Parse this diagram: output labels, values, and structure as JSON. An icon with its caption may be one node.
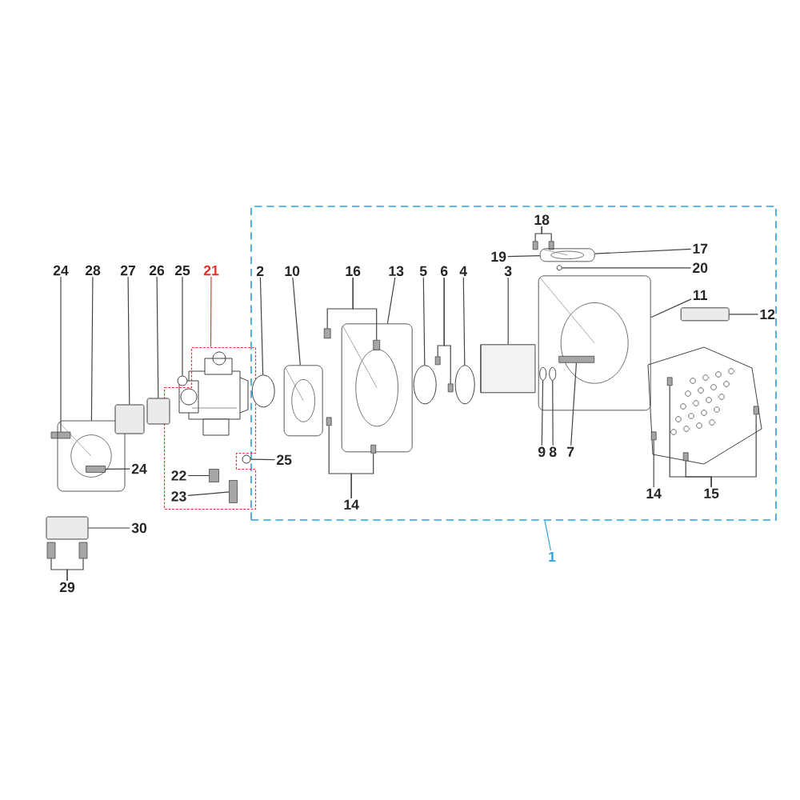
{
  "diagram": {
    "nodes": [
      {
        "text": [],
        "shape": "box"
      },
      {
        "text": [],
        "shape": "box"
      },
      {
        "text": [
          "24"
        ]
      },
      {
        "text": [
          "28"
        ]
      },
      {
        "text": [
          "27"
        ]
      },
      {
        "text": [
          "26"
        ]
      },
      {
        "text": [
          "25"
        ]
      },
      {
        "text": [
          "21"
        ]
      },
      {
        "text": [
          "2"
        ],
        "in": 0
      },
      {
        "text": [
          "10"
        ],
        "in": 0
      },
      {
        "text": [
          "16"
        ],
        "in": 0
      },
      {
        "text": [
          "13"
        ],
        "in": 0
      },
      {
        "text": [
          "5"
        ],
        "in": 0
      },
      {
        "text": [
          "6"
        ],
        "in": 0
      },
      {
        "text": [
          "4"
        ],
        "in": 0
      },
      {
        "text": [
          "3"
        ],
        "in": 0
      },
      {
        "text": [
          "18"
        ],
        "in": 0
      },
      {
        "text": [
          "19"
        ],
        "in": 0
      },
      {
        "text": [
          "17"
        ],
        "in": 0
      },
      {
        "text": [
          "20"
        ],
        "in": 0
      },
      {
        "text": [
          "11"
        ],
        "in": 0
      },
      {
        "text": [
          "12"
        ],
        "in": 0
      },
      {
        "text": [
          "9"
        ],
        "in": 0
      },
      {
        "text": [
          "8"
        ],
        "in": 0
      },
      {
        "text": [
          "7"
        ],
        "in": 0
      },
      {
        "text": [
          "14"
        ],
        "in": 0
      },
      {
        "text": [
          "15"
        ],
        "in": 0
      },
      {
        "text": [
          "14"
        ],
        "in": 0
      },
      {
        "text": [
          "25"
        ],
        "in": 0
      },
      {
        "text": [
          "22"
        ],
        "in": 1
      },
      {
        "text": [
          "23"
        ],
        "in": 1
      },
      {
        "text": [
          "24"
        ]
      },
      {
        "text": [
          "30"
        ]
      },
      {
        "text": [
          "29"
        ]
      },
      {
        "text": [
          "1"
        ]
      },
      {
        "text": [],
        "shape": "bar"
      },
      {
        "text": [],
        "shape": "picture"
      },
      {
        "text": [],
        "shape": "box"
      },
      {
        "text": [],
        "shape": "box"
      },
      {
        "text": [],
        "shape": "circle"
      },
      {
        "text": [],
        "shape": "circle",
        "in": 0
      },
      {
        "text": [],
        "shape": "picture",
        "in": 0
      },
      {
        "text": [],
        "shape": "bar",
        "in": 0
      },
      {
        "text": [],
        "shape": "bar",
        "in": 44
      },
      {
        "text": [],
        "shape": "picture",
        "in": 0
      },
      {
        "text": [],
        "shape": "circle",
        "in": 0
      },
      {
        "text": [],
        "shape": "bar",
        "in": 0
      },
      {
        "text": [],
        "shape": "bar",
        "in": 0
      },
      {
        "text": [],
        "shape": "circle",
        "in": 0
      },
      {
        "text": [],
        "shape": "cylinder",
        "in": 0
      },
      {
        "text": [],
        "shape": "bar",
        "in": 0
      },
      {
        "text": [],
        "shape": "bar",
        "in": 0
      },
      {
        "text": [],
        "shape": "picture",
        "in": 0
      },
      {
        "text": [],
        "shape": "circle",
        "in": 0
      },
      {
        "text": [],
        "shape": "picture",
        "in": 0
      },
      {
        "text": [],
        "shape": "box",
        "in": 0
      },
      {
        "text": [],
        "shape": "circle",
        "in": 54
      },
      {
        "text": [],
        "shape": "circle",
        "in": 54
      },
      {
        "text": [],
        "shape": "bar",
        "in": 54
      },
      {
        "text": [],
        "shape": "bar",
        "in": 0
      },
      {
        "text": [],
        "shape": "bar",
        "in": 0
      },
      {
        "text": [],
        "shape": "bar",
        "in": 0
      },
      {
        "text": [],
        "shape": "bar",
        "in": 0
      },
      {
        "text": [],
        "shape": "bar",
        "in": 0
      },
      {
        "text": [],
        "shape": "bar",
        "in": 44
      },
      {
        "text": [],
        "shape": "circle"
      },
      {
        "text": [],
        "shape": "bar",
        "in": 1
      },
      {
        "text": [],
        "shape": "bar",
        "in": 1
      },
      {
        "text": [],
        "shape": "bar",
        "in": 36
      },
      {
        "text": [],
        "shape": "box"
      },
      {
        "text": [],
        "shape": "bar"
      },
      {
        "text": [],
        "shape": "bar"
      }
    ],
    "edges": [
      {
        "from": 2,
        "to": 35,
        "arrow": "none"
      },
      {
        "from": 3,
        "to": 36,
        "arrow": "none"
      },
      {
        "from": 4,
        "to": 37,
        "arrow": "none"
      },
      {
        "from": 5,
        "to": 38,
        "arrow": "none"
      },
      {
        "from": 6,
        "to": 39,
        "arrow": "none"
      },
      {
        "from": 7,
        "to": 1,
        "arrow": "none",
        "color": "#e5322d"
      },
      {
        "from": 8,
        "to": 40,
        "arrow": "none"
      },
      {
        "from": 9,
        "to": 41,
        "arrow": "none"
      },
      {
        "from": 10,
        "to": 42,
        "arrow": "none"
      },
      {
        "from": 10,
        "to": 43,
        "arrow": "none"
      },
      {
        "from": 11,
        "to": 44,
        "arrow": "none"
      },
      {
        "from": 12,
        "to": 45,
        "arrow": "none"
      },
      {
        "from": 13,
        "to": 46,
        "arrow": "none"
      },
      {
        "from": 13,
        "to": 47,
        "arrow": "none"
      },
      {
        "from": 14,
        "to": 48,
        "arrow": "none"
      },
      {
        "from": 15,
        "to": 49,
        "arrow": "none"
      },
      {
        "from": 16,
        "to": 50,
        "arrow": "none"
      },
      {
        "from": 16,
        "to": 51,
        "arrow": "none"
      },
      {
        "from": 17,
        "to": 52,
        "arrow": "none"
      },
      {
        "from": 18,
        "to": 52,
        "arrow": "none"
      },
      {
        "from": 19,
        "to": 53,
        "arrow": "none"
      },
      {
        "from": 20,
        "to": 54,
        "arrow": "none"
      },
      {
        "from": 21,
        "to": 55,
        "arrow": "none"
      },
      {
        "from": 22,
        "to": 56,
        "arrow": "none"
      },
      {
        "from": 23,
        "to": 57,
        "arrow": "none"
      },
      {
        "from": 24,
        "to": 58,
        "arrow": "none"
      },
      {
        "from": 25,
        "to": 59,
        "arrow": "none"
      },
      {
        "from": 26,
        "to": 60,
        "arrow": "none"
      },
      {
        "from": 26,
        "to": 61,
        "arrow": "none"
      },
      {
        "from": 26,
        "to": 62,
        "arrow": "none"
      },
      {
        "from": 27,
        "to": 63,
        "arrow": "none"
      },
      {
        "from": 27,
        "to": 64,
        "arrow": "none"
      },
      {
        "from": 28,
        "to": 65,
        "arrow": "none"
      },
      {
        "from": 29,
        "to": 66,
        "arrow": "none"
      },
      {
        "from": 30,
        "to": 67,
        "arrow": "none"
      },
      {
        "from": 31,
        "to": 68,
        "arrow": "none"
      },
      {
        "from": 32,
        "to": 69,
        "arrow": "none"
      },
      {
        "from": 33,
        "to": 70,
        "arrow": "none"
      },
      {
        "from": 33,
        "to": 71,
        "arrow": "none"
      },
      {
        "from": 34,
        "to": 0,
        "arrow": "none",
        "color": "#2ba3dc"
      }
    ]
  }
}
